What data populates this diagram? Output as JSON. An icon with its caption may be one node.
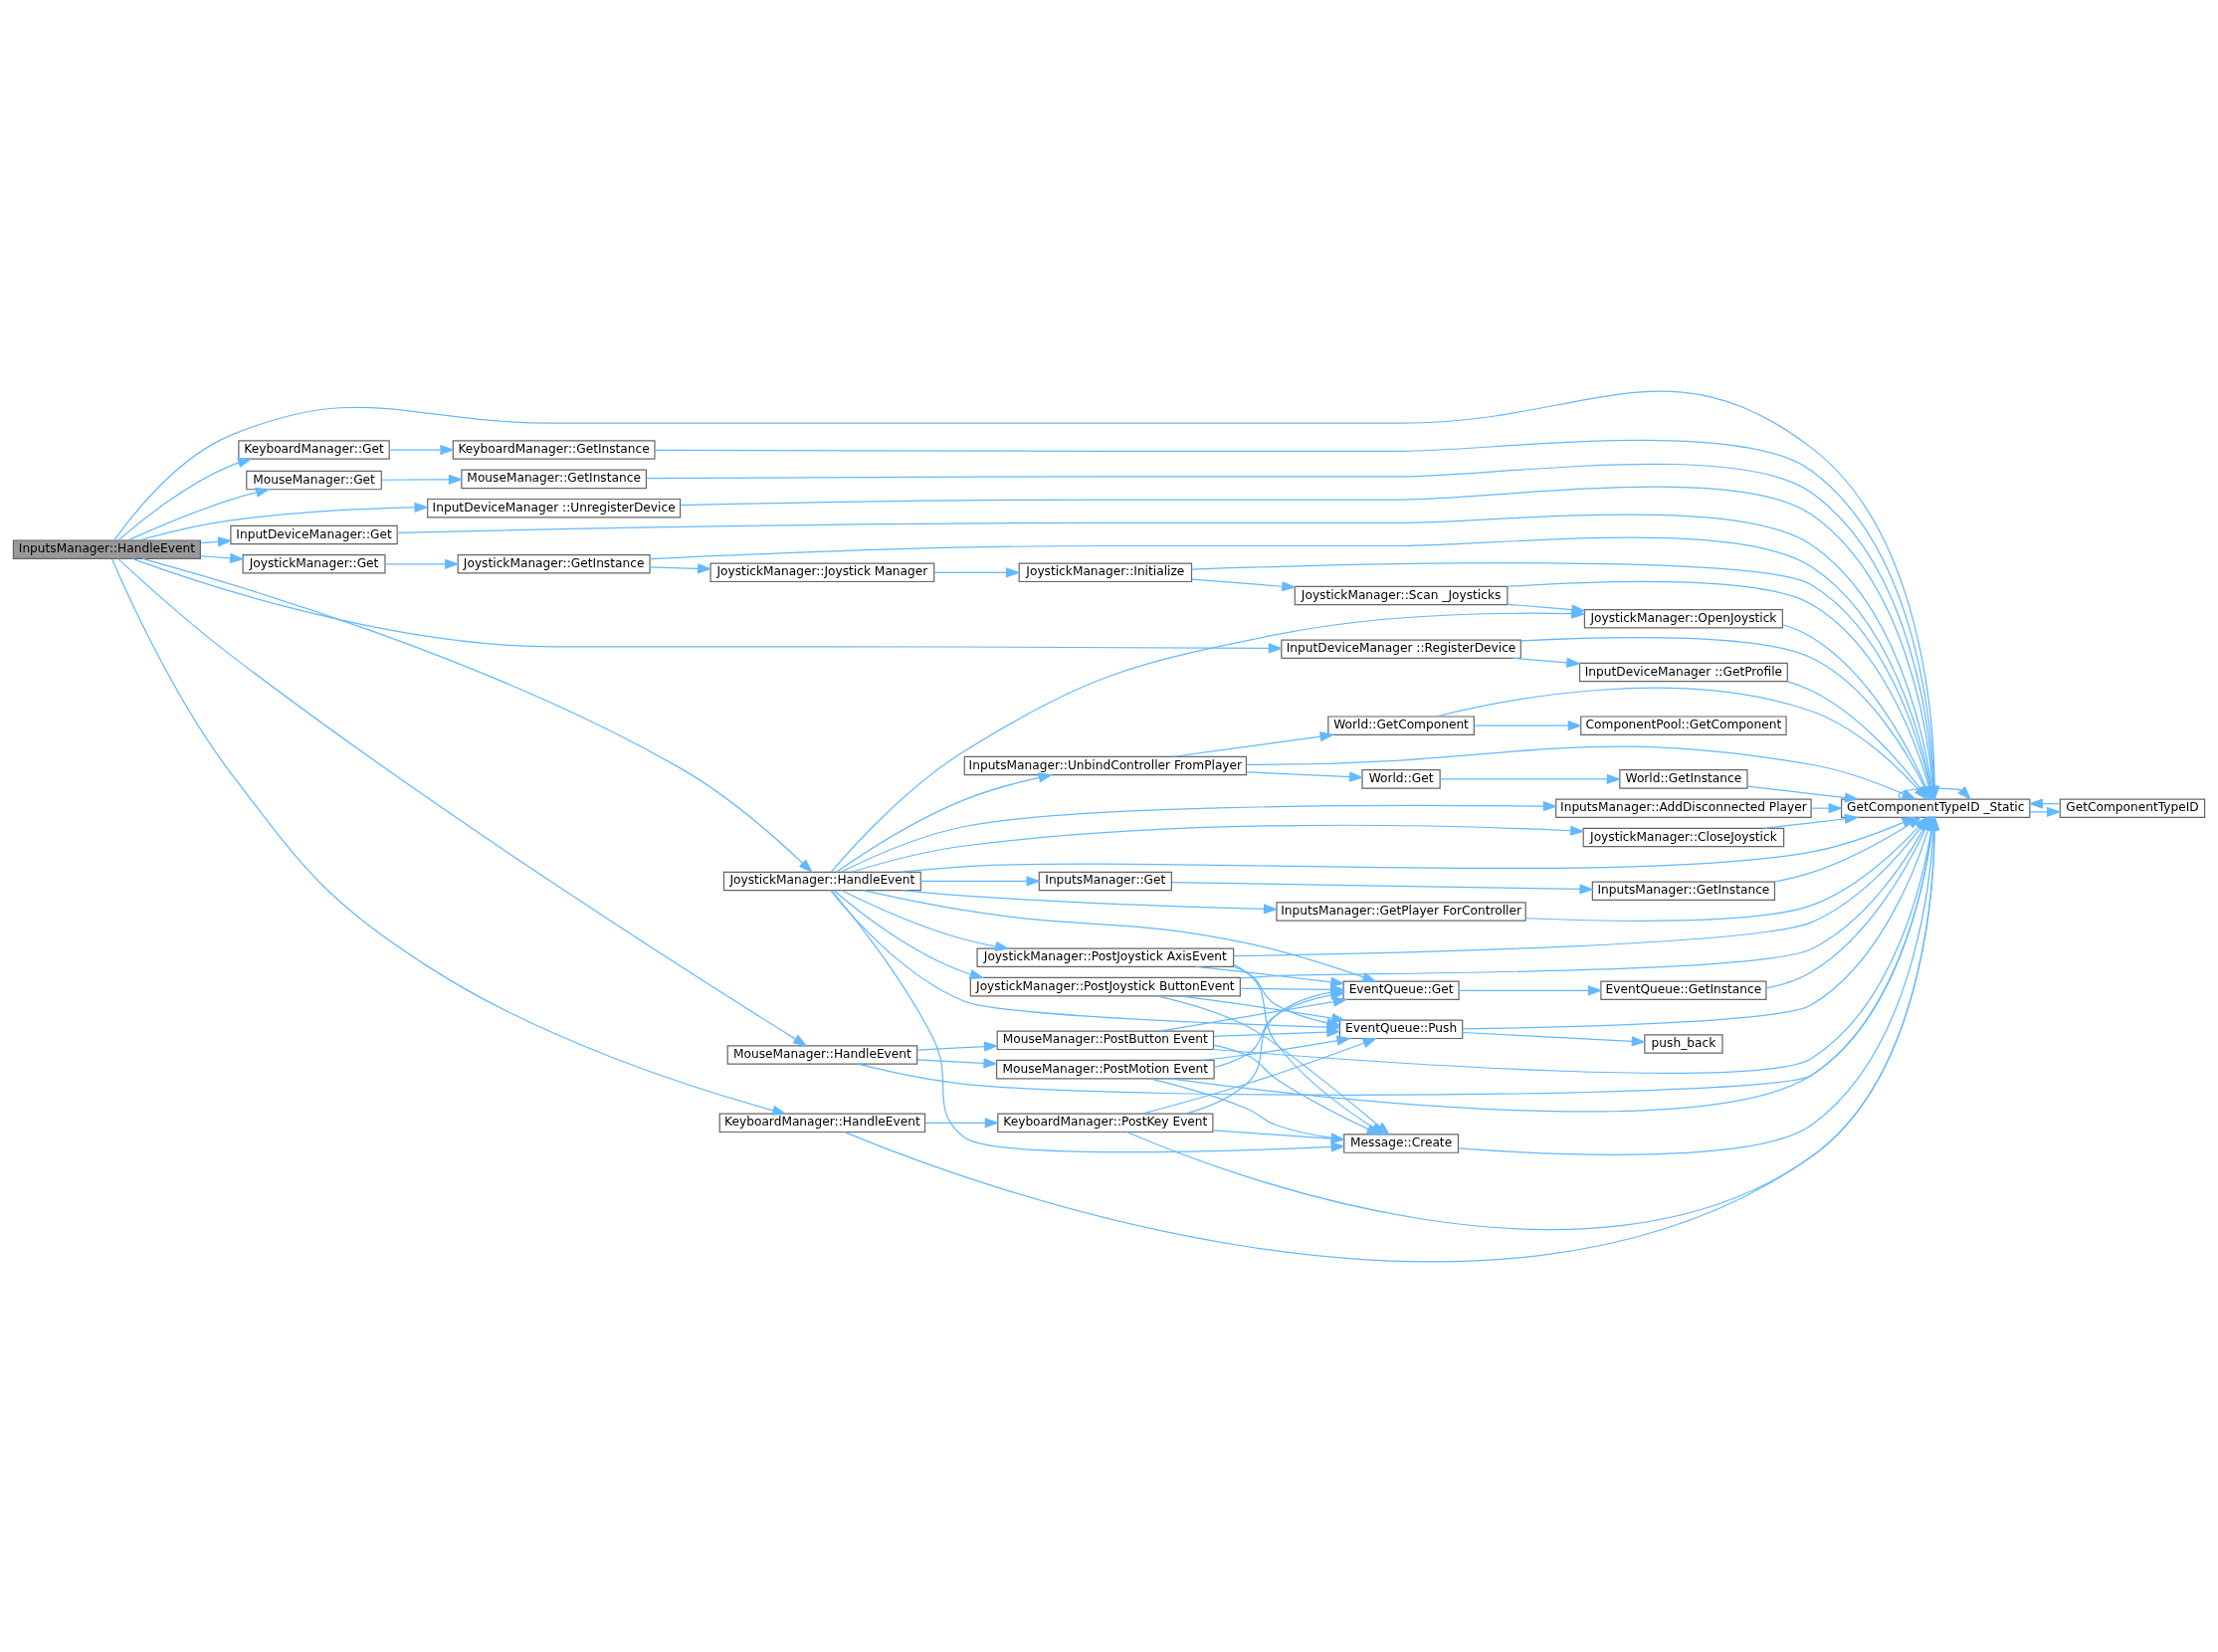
{
  "diagram": {
    "nodes": [
      {
        "text": [
          "InputsManager::HandleEvent"
        ]
      },
      {
        "text": [
          "KeyboardManager::Get"
        ]
      },
      {
        "text": [
          "KeyboardManager::GetInstance"
        ]
      },
      {
        "text": [
          "MouseManager::Get"
        ]
      },
      {
        "text": [
          "MouseManager::GetInstance"
        ]
      },
      {
        "text": [
          "InputDeviceManager ::UnregisterDevice"
        ]
      },
      {
        "text": [
          "InputDeviceManager::Get"
        ]
      },
      {
        "text": [
          "JoystickManager::Get"
        ]
      },
      {
        "text": [
          "JoystickManager::GetInstance"
        ]
      },
      {
        "text": [
          "JoystickManager::Joystick Manager"
        ]
      },
      {
        "text": [
          "JoystickManager::Initialize"
        ]
      },
      {
        "text": [
          "JoystickManager::Scan _Joysticks"
        ]
      },
      {
        "text": [
          "JoystickManager::OpenJoystick"
        ]
      },
      {
        "text": [
          "InputDeviceManager ::RegisterDevice"
        ]
      },
      {
        "text": [
          "InputDeviceManager ::GetProfile"
        ]
      },
      {
        "text": [
          "ComponentPool::GetComponent"
        ]
      },
      {
        "text": [
          "World::GetComponent"
        ]
      },
      {
        "text": [
          "InputsManager::UnbindController FromPlayer"
        ]
      },
      {
        "text": [
          "World::Get"
        ]
      },
      {
        "text": [
          "World::GetInstance"
        ]
      },
      {
        "text": [
          "GetComponentTypeID _Static"
        ]
      },
      {
        "text": [
          "GetComponentTypeID"
        ]
      },
      {
        "text": [
          "InputsManager::AddDisconnected Player"
        ]
      },
      {
        "text": [
          "JoystickManager::CloseJoystick"
        ]
      },
      {
        "text": [
          "JoystickManager::HandleEvent"
        ]
      },
      {
        "text": [
          "InputsManager::Get"
        ]
      },
      {
        "text": [
          "InputsManager::GetInstance"
        ]
      },
      {
        "text": [
          "InputsManager::GetPlayer ForController"
        ]
      },
      {
        "text": [
          "JoystickManager::PostJoystick AxisEvent"
        ]
      },
      {
        "text": [
          "EventQueue::Get"
        ]
      },
      {
        "text": [
          "JoystickManager::PostJoystick ButtonEvent"
        ]
      },
      {
        "text": [
          "EventQueue::GetInstance"
        ]
      },
      {
        "text": [
          "push_back"
        ]
      },
      {
        "text": [
          "EventQueue::Push"
        ]
      },
      {
        "text": [
          "MouseManager::PostButton Event"
        ]
      },
      {
        "text": [
          "MouseManager::HandleEvent"
        ]
      },
      {
        "text": [
          "MouseManager::PostMotion Event"
        ]
      },
      {
        "text": [
          "Message::Create"
        ]
      },
      {
        "text": [
          "KeyboardManager::HandleEvent"
        ]
      },
      {
        "text": [
          "KeyboardManager::PostKey Event"
        ]
      }
    ],
    "edges": [
      {
        "from": 0,
        "to": 1,
        "arrow": "to"
      },
      {
        "from": 0,
        "to": 3,
        "arrow": "to"
      },
      {
        "from": 0,
        "to": 5,
        "arrow": "to"
      },
      {
        "from": 0,
        "to": 20,
        "arrow": "to"
      },
      {
        "from": 0,
        "to": 6,
        "arrow": "to"
      },
      {
        "from": 0,
        "to": 7,
        "arrow": "to"
      },
      {
        "from": 0,
        "to": 13,
        "arrow": "to"
      },
      {
        "from": 0,
        "to": 24,
        "arrow": "to"
      },
      {
        "from": 0,
        "to": 35,
        "arrow": "to"
      },
      {
        "from": 0,
        "to": 38,
        "arrow": "to"
      },
      {
        "from": 1,
        "to": 2,
        "arrow": "to"
      },
      {
        "from": 2,
        "to": 20,
        "arrow": "to"
      },
      {
        "from": 3,
        "to": 4,
        "arrow": "to"
      },
      {
        "from": 4,
        "to": 20,
        "arrow": "to"
      },
      {
        "from": 5,
        "to": 20,
        "arrow": "to"
      },
      {
        "from": 6,
        "to": 20,
        "arrow": "to"
      },
      {
        "from": 7,
        "to": 8,
        "arrow": "to"
      },
      {
        "from": 8,
        "to": 20,
        "arrow": "to"
      },
      {
        "from": 8,
        "to": 9,
        "arrow": "to"
      },
      {
        "from": 9,
        "to": 10,
        "arrow": "to"
      },
      {
        "from": 10,
        "to": 20,
        "arrow": "to"
      },
      {
        "from": 10,
        "to": 11,
        "arrow": "to"
      },
      {
        "from": 11,
        "to": 20,
        "arrow": "to"
      },
      {
        "from": 11,
        "to": 12,
        "arrow": "to"
      },
      {
        "from": 12,
        "to": 20,
        "arrow": "to"
      },
      {
        "from": 13,
        "to": 14,
        "arrow": "to"
      },
      {
        "from": 13,
        "to": 20,
        "arrow": "to"
      },
      {
        "from": 14,
        "to": 20,
        "arrow": "to"
      },
      {
        "from": 16,
        "to": 15,
        "arrow": "to"
      },
      {
        "from": 16,
        "to": 20,
        "arrow": "to"
      },
      {
        "from": 17,
        "to": 16,
        "arrow": "to"
      },
      {
        "from": 17,
        "to": 18,
        "arrow": "to"
      },
      {
        "from": 17,
        "to": 20,
        "arrow": "to"
      },
      {
        "from": 18,
        "to": 19,
        "arrow": "to"
      },
      {
        "from": 19,
        "to": 20,
        "arrow": "to"
      },
      {
        "from": 20,
        "to": 20,
        "arrow": "to"
      },
      {
        "from": 20,
        "to": 21,
        "arrow": "to"
      },
      {
        "from": 21,
        "to": 20,
        "arrow": "to"
      },
      {
        "from": 22,
        "to": 20,
        "arrow": "to"
      },
      {
        "from": 23,
        "to": 20,
        "arrow": "to"
      },
      {
        "from": 24,
        "to": 12,
        "arrow": "to"
      },
      {
        "from": 24,
        "to": 17,
        "arrow": "to"
      },
      {
        "from": 24,
        "to": 20,
        "arrow": "to"
      },
      {
        "from": 24,
        "to": 22,
        "arrow": "to"
      },
      {
        "from": 24,
        "to": 23,
        "arrow": "to"
      },
      {
        "from": 24,
        "to": 25,
        "arrow": "to"
      },
      {
        "from": 24,
        "to": 27,
        "arrow": "to"
      },
      {
        "from": 24,
        "to": 28,
        "arrow": "to"
      },
      {
        "from": 24,
        "to": 29,
        "arrow": "to"
      },
      {
        "from": 24,
        "to": 30,
        "arrow": "to"
      },
      {
        "from": 24,
        "to": 33,
        "arrow": "to"
      },
      {
        "from": 24,
        "to": 37,
        "arrow": "to"
      },
      {
        "from": 25,
        "to": 26,
        "arrow": "to"
      },
      {
        "from": 26,
        "to": 20,
        "arrow": "to"
      },
      {
        "from": 27,
        "to": 20,
        "arrow": "to"
      },
      {
        "from": 28,
        "to": 20,
        "arrow": "to"
      },
      {
        "from": 28,
        "to": 29,
        "arrow": "to"
      },
      {
        "from": 28,
        "to": 33,
        "arrow": "to"
      },
      {
        "from": 28,
        "to": 37,
        "arrow": "to"
      },
      {
        "from": 29,
        "to": 31,
        "arrow": "to"
      },
      {
        "from": 31,
        "to": 20,
        "arrow": "to"
      },
      {
        "from": 30,
        "to": 20,
        "arrow": "to"
      },
      {
        "from": 30,
        "to": 29,
        "arrow": "to"
      },
      {
        "from": 30,
        "to": 33,
        "arrow": "to"
      },
      {
        "from": 30,
        "to": 37,
        "arrow": "to"
      },
      {
        "from": 33,
        "to": 32,
        "arrow": "to"
      },
      {
        "from": 33,
        "to": 20,
        "arrow": "to"
      },
      {
        "from": 34,
        "to": 20,
        "arrow": "to"
      },
      {
        "from": 34,
        "to": 29,
        "arrow": "to"
      },
      {
        "from": 34,
        "to": 33,
        "arrow": "to"
      },
      {
        "from": 34,
        "to": 37,
        "arrow": "to"
      },
      {
        "from": 35,
        "to": 20,
        "arrow": "to"
      },
      {
        "from": 35,
        "to": 34,
        "arrow": "to"
      },
      {
        "from": 35,
        "to": 36,
        "arrow": "to"
      },
      {
        "from": 36,
        "to": 20,
        "arrow": "to"
      },
      {
        "from": 36,
        "to": 29,
        "arrow": "to"
      },
      {
        "from": 36,
        "to": 33,
        "arrow": "to"
      },
      {
        "from": 36,
        "to": 37,
        "arrow": "to"
      },
      {
        "from": 37,
        "to": 20,
        "arrow": "to"
      },
      {
        "from": 38,
        "to": 20,
        "arrow": "to"
      },
      {
        "from": 38,
        "to": 39,
        "arrow": "to"
      },
      {
        "from": 39,
        "to": 20,
        "arrow": "to"
      },
      {
        "from": 39,
        "to": 29,
        "arrow": "to"
      },
      {
        "from": 39,
        "to": 33,
        "arrow": "to"
      },
      {
        "from": 39,
        "to": 37,
        "arrow": "to"
      }
    ]
  }
}
